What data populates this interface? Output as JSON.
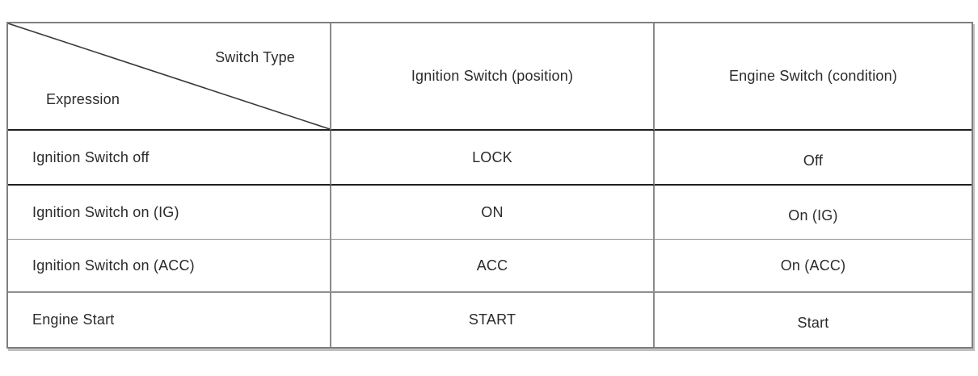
{
  "table": {
    "corner": {
      "top_label": "Switch Type",
      "bottom_label": "Expression"
    },
    "column_headers": [
      {
        "label": "Ignition Switch (position)"
      },
      {
        "label": "Engine Switch (condition)"
      }
    ],
    "rows": [
      {
        "expression": "Ignition Switch off",
        "ignition_position": "LOCK",
        "engine_condition": "Off"
      },
      {
        "expression": "Ignition Switch on (IG)",
        "ignition_position": "ON",
        "engine_condition": "On (IG)"
      },
      {
        "expression": "Ignition Switch on (ACC)",
        "ignition_position": "ACC",
        "engine_condition": "On (ACC)"
      },
      {
        "expression": "Engine Start",
        "ignition_position": "START",
        "engine_condition": "Start"
      }
    ],
    "colors": {
      "strong_line": "#1f1f1f",
      "light_line": "#8f8f8f",
      "outer_border": "#7f7f7f",
      "text": "#2b2b2b",
      "background": "#ffffff"
    }
  }
}
